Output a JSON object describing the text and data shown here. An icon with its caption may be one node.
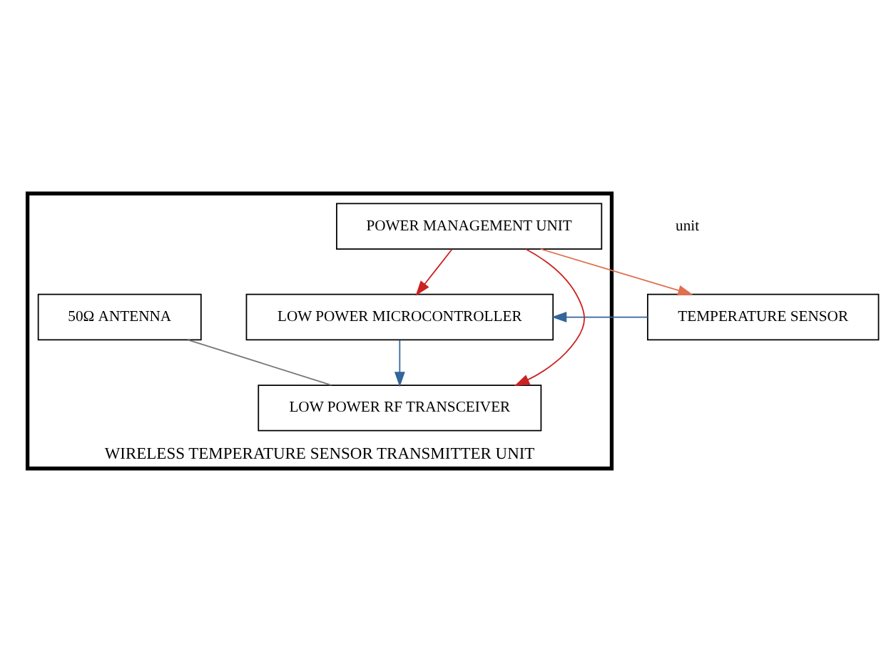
{
  "diagram": {
    "nodes": [
      {
        "text": [
          "TEMPERATURE SENSOR"
        ]
      },
      {
        "text": [
          "WIRELESS TEMPERATURE SENSOR TRANSMITTER UNIT"
        ]
      },
      {
        "text": [
          "POWER MANAGEMENT UNIT"
        ],
        "in": 1
      },
      {
        "text": [
          "LOW POWER MICROCONTROLLER"
        ],
        "in": 1
      },
      {
        "text": [
          "LOW POWER RF TRANSCEIVER"
        ],
        "in": 1
      },
      {
        "text": [
          "50Ω ANTENNA"
        ],
        "in": 1
      }
    ],
    "edges": [
      {
        "from": 2,
        "to": 0,
        "arrow": "to",
        "color": "#e07050"
      },
      {
        "from": 0,
        "to": 3,
        "arrow": "to",
        "color": "#336699"
      },
      {
        "from": 2,
        "to": 3,
        "arrow": "to",
        "color": "#cc2222"
      },
      {
        "from": 3,
        "to": 4,
        "arrow": "to",
        "color": "#336699"
      },
      {
        "from": 2,
        "to": 4,
        "arrow": "to",
        "color": "#cc2222"
      },
      {
        "from": 5,
        "to": 4,
        "arrow": "none",
        "color": "#777777"
      }
    ],
    "labels": [
      "unit"
    ]
  }
}
